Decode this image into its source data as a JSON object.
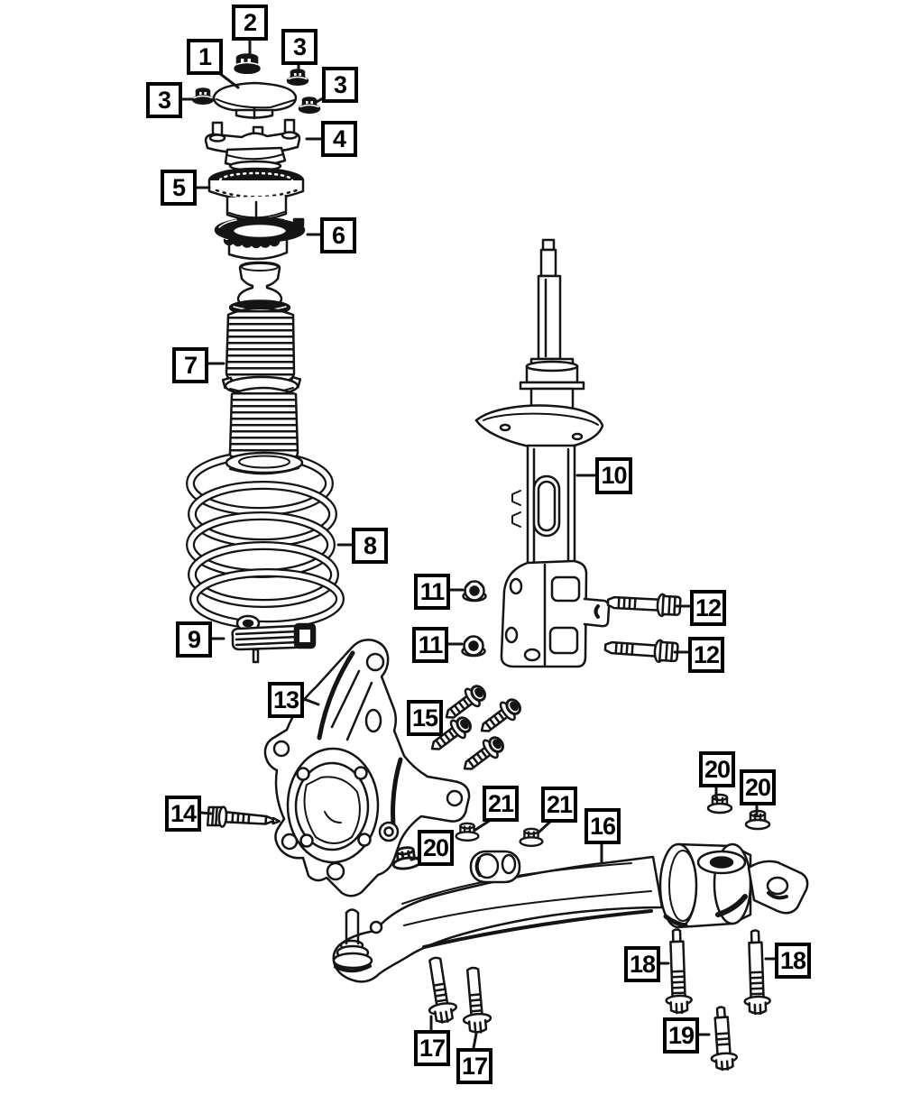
{
  "colors": {
    "background": "#ffffff",
    "line_art": "#141414",
    "callout_border": "#000000",
    "callout_background": "#ffffff",
    "callout_text": "#000000"
  },
  "callouts": [
    {
      "id": "1",
      "label": "1"
    },
    {
      "id": "2",
      "label": "2"
    },
    {
      "id": "3a",
      "label": "3"
    },
    {
      "id": "3b",
      "label": "3"
    },
    {
      "id": "3c",
      "label": "3"
    },
    {
      "id": "4",
      "label": "4"
    },
    {
      "id": "5",
      "label": "5"
    },
    {
      "id": "6",
      "label": "6"
    },
    {
      "id": "7",
      "label": "7"
    },
    {
      "id": "8",
      "label": "8"
    },
    {
      "id": "9",
      "label": "9"
    },
    {
      "id": "10",
      "label": "10"
    },
    {
      "id": "11a",
      "label": "11"
    },
    {
      "id": "11b",
      "label": "11"
    },
    {
      "id": "12a",
      "label": "12"
    },
    {
      "id": "12b",
      "label": "12"
    },
    {
      "id": "13",
      "label": "13"
    },
    {
      "id": "14",
      "label": "14"
    },
    {
      "id": "15",
      "label": "15"
    },
    {
      "id": "16",
      "label": "16"
    },
    {
      "id": "17a",
      "label": "17"
    },
    {
      "id": "17b",
      "label": "17"
    },
    {
      "id": "18a",
      "label": "18"
    },
    {
      "id": "18b",
      "label": "18"
    },
    {
      "id": "19",
      "label": "19"
    },
    {
      "id": "20a",
      "label": "20"
    },
    {
      "id": "20b",
      "label": "20"
    },
    {
      "id": "20c",
      "label": "20"
    },
    {
      "id": "21a",
      "label": "21"
    },
    {
      "id": "21b",
      "label": "21"
    }
  ]
}
